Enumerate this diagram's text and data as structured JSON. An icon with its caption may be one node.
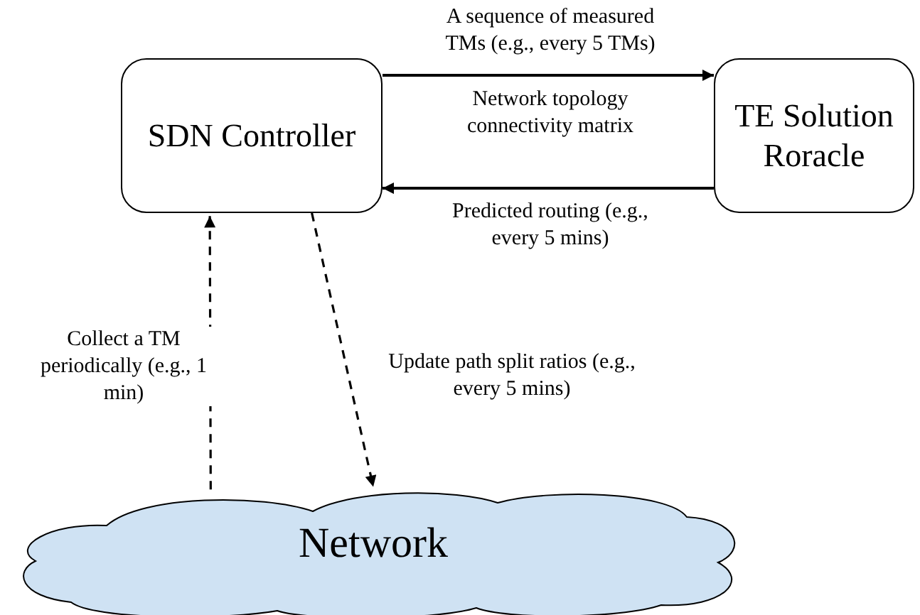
{
  "diagram": {
    "nodes": [
      {
        "text": [
          "SDN Controller"
        ]
      },
      {
        "text": [
          "TE Solution Roracle"
        ]
      },
      {
        "text": [
          "Network"
        ]
      }
    ],
    "edges": [
      {
        "from": 0,
        "to": 1,
        "arrow": "to",
        "label": "A sequence of measured TMs (e.g., every 5 TMs)"
      },
      {
        "from": 1,
        "to": 0,
        "arrow": "to",
        "label": "Predicted routing (e.g., every 5 mins)"
      },
      {
        "from": 2,
        "to": 0,
        "arrow": "to",
        "style": "dashed",
        "label": "Collect a TM periodically (e.g., 1 min)"
      },
      {
        "from": 0,
        "to": 2,
        "arrow": "to",
        "style": "dashed",
        "label": "Update path split ratios (e.g., every 5 mins)"
      }
    ],
    "labels": [
      "Network topology connectivity matrix"
    ]
  }
}
